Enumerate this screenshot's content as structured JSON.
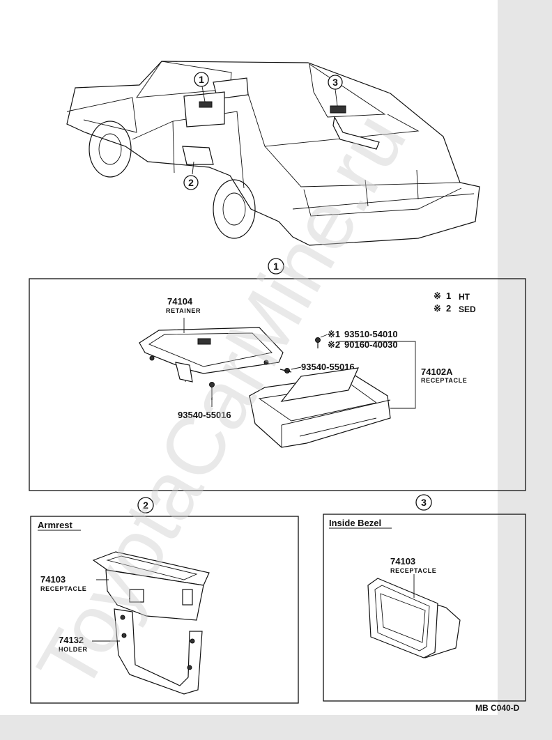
{
  "callouts": {
    "c1": "1",
    "c2": "2",
    "c3": "3"
  },
  "legend": {
    "mark": "※",
    "entries": [
      {
        "num": "1",
        "label": "HT"
      },
      {
        "num": "2",
        "label": "SED"
      }
    ]
  },
  "parts_1": {
    "retainer": {
      "number": "74104",
      "name": "RETAINER"
    },
    "receptacle": {
      "number": "74102A",
      "name": "RECEPTACLE"
    },
    "screw_a": "93540-55016",
    "screw_b": "93540-55016",
    "alt1": {
      "mark": "※1",
      "number": "93510-54010"
    },
    "alt2": {
      "mark": "※2",
      "number": "90160-40030"
    }
  },
  "section_2": {
    "title": "Armrest",
    "receptacle": {
      "number": "74103",
      "name": "RECEPTACLE"
    },
    "holder": {
      "number": "74132",
      "name": "HOLDER"
    }
  },
  "section_3": {
    "title": "Inside Bezel",
    "receptacle": {
      "number": "74103",
      "name": "RECEPTACLE"
    }
  },
  "diagram_code": "MB C040-D",
  "watermark": "ToyotaCarMine.ru"
}
